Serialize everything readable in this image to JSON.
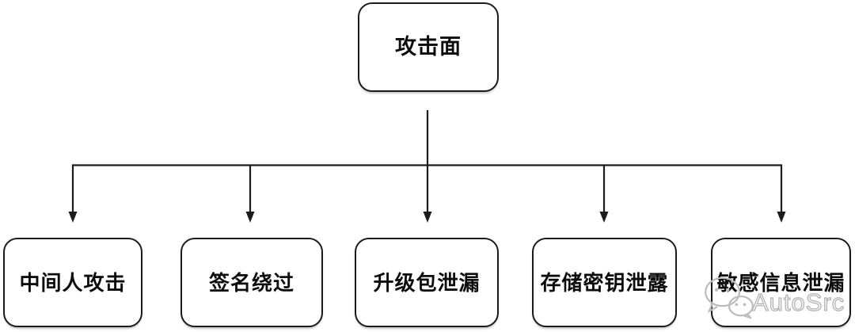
{
  "diagram": {
    "type": "tree",
    "root": {
      "label": "攻击面"
    },
    "children": [
      {
        "label": "中间人攻击"
      },
      {
        "label": "签名绕过"
      },
      {
        "label": "升级包泄漏"
      },
      {
        "label": "存储密钥泄露"
      },
      {
        "label": "敏感信息泄漏"
      }
    ]
  },
  "watermark": {
    "text": "AutoSrc",
    "icon": "wechat-logo-icon"
  },
  "colors": {
    "background": "#ffffff",
    "node_border": "#1b1b1b",
    "node_fill": "#ffffff",
    "node_text": "#0d0d0d",
    "connector": "#1c1c1c",
    "watermark": "#b5b5b5"
  }
}
